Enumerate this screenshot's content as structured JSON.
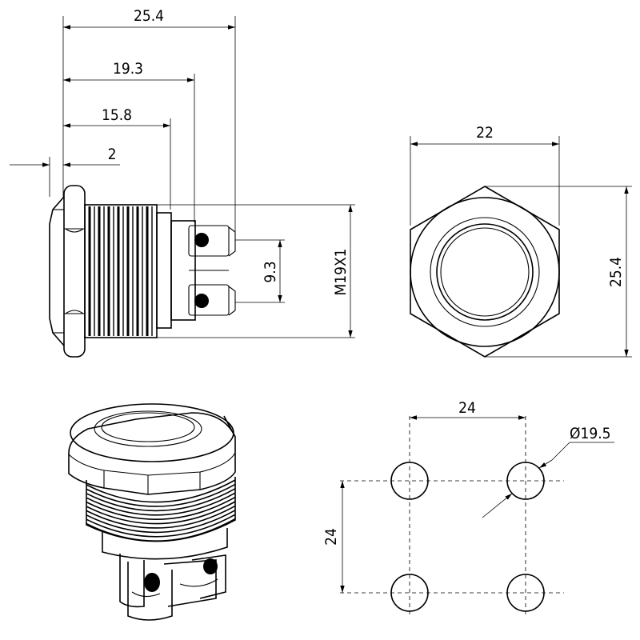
{
  "side_view": {
    "dim_overall_length": "25.4",
    "dim_to_body_end": "19.3",
    "dim_thread_length": "15.8",
    "dim_flange": "2",
    "dim_terminal_spacing": "9.3",
    "dim_thread_spec": "M19X1"
  },
  "front_view": {
    "dim_hex_flats": "22",
    "dim_hex_corners": "25.4"
  },
  "mounting_view": {
    "dim_horizontal_spacing": "24",
    "dim_vertical_spacing": "24",
    "dim_hole_diameter": "Ø19.5"
  }
}
